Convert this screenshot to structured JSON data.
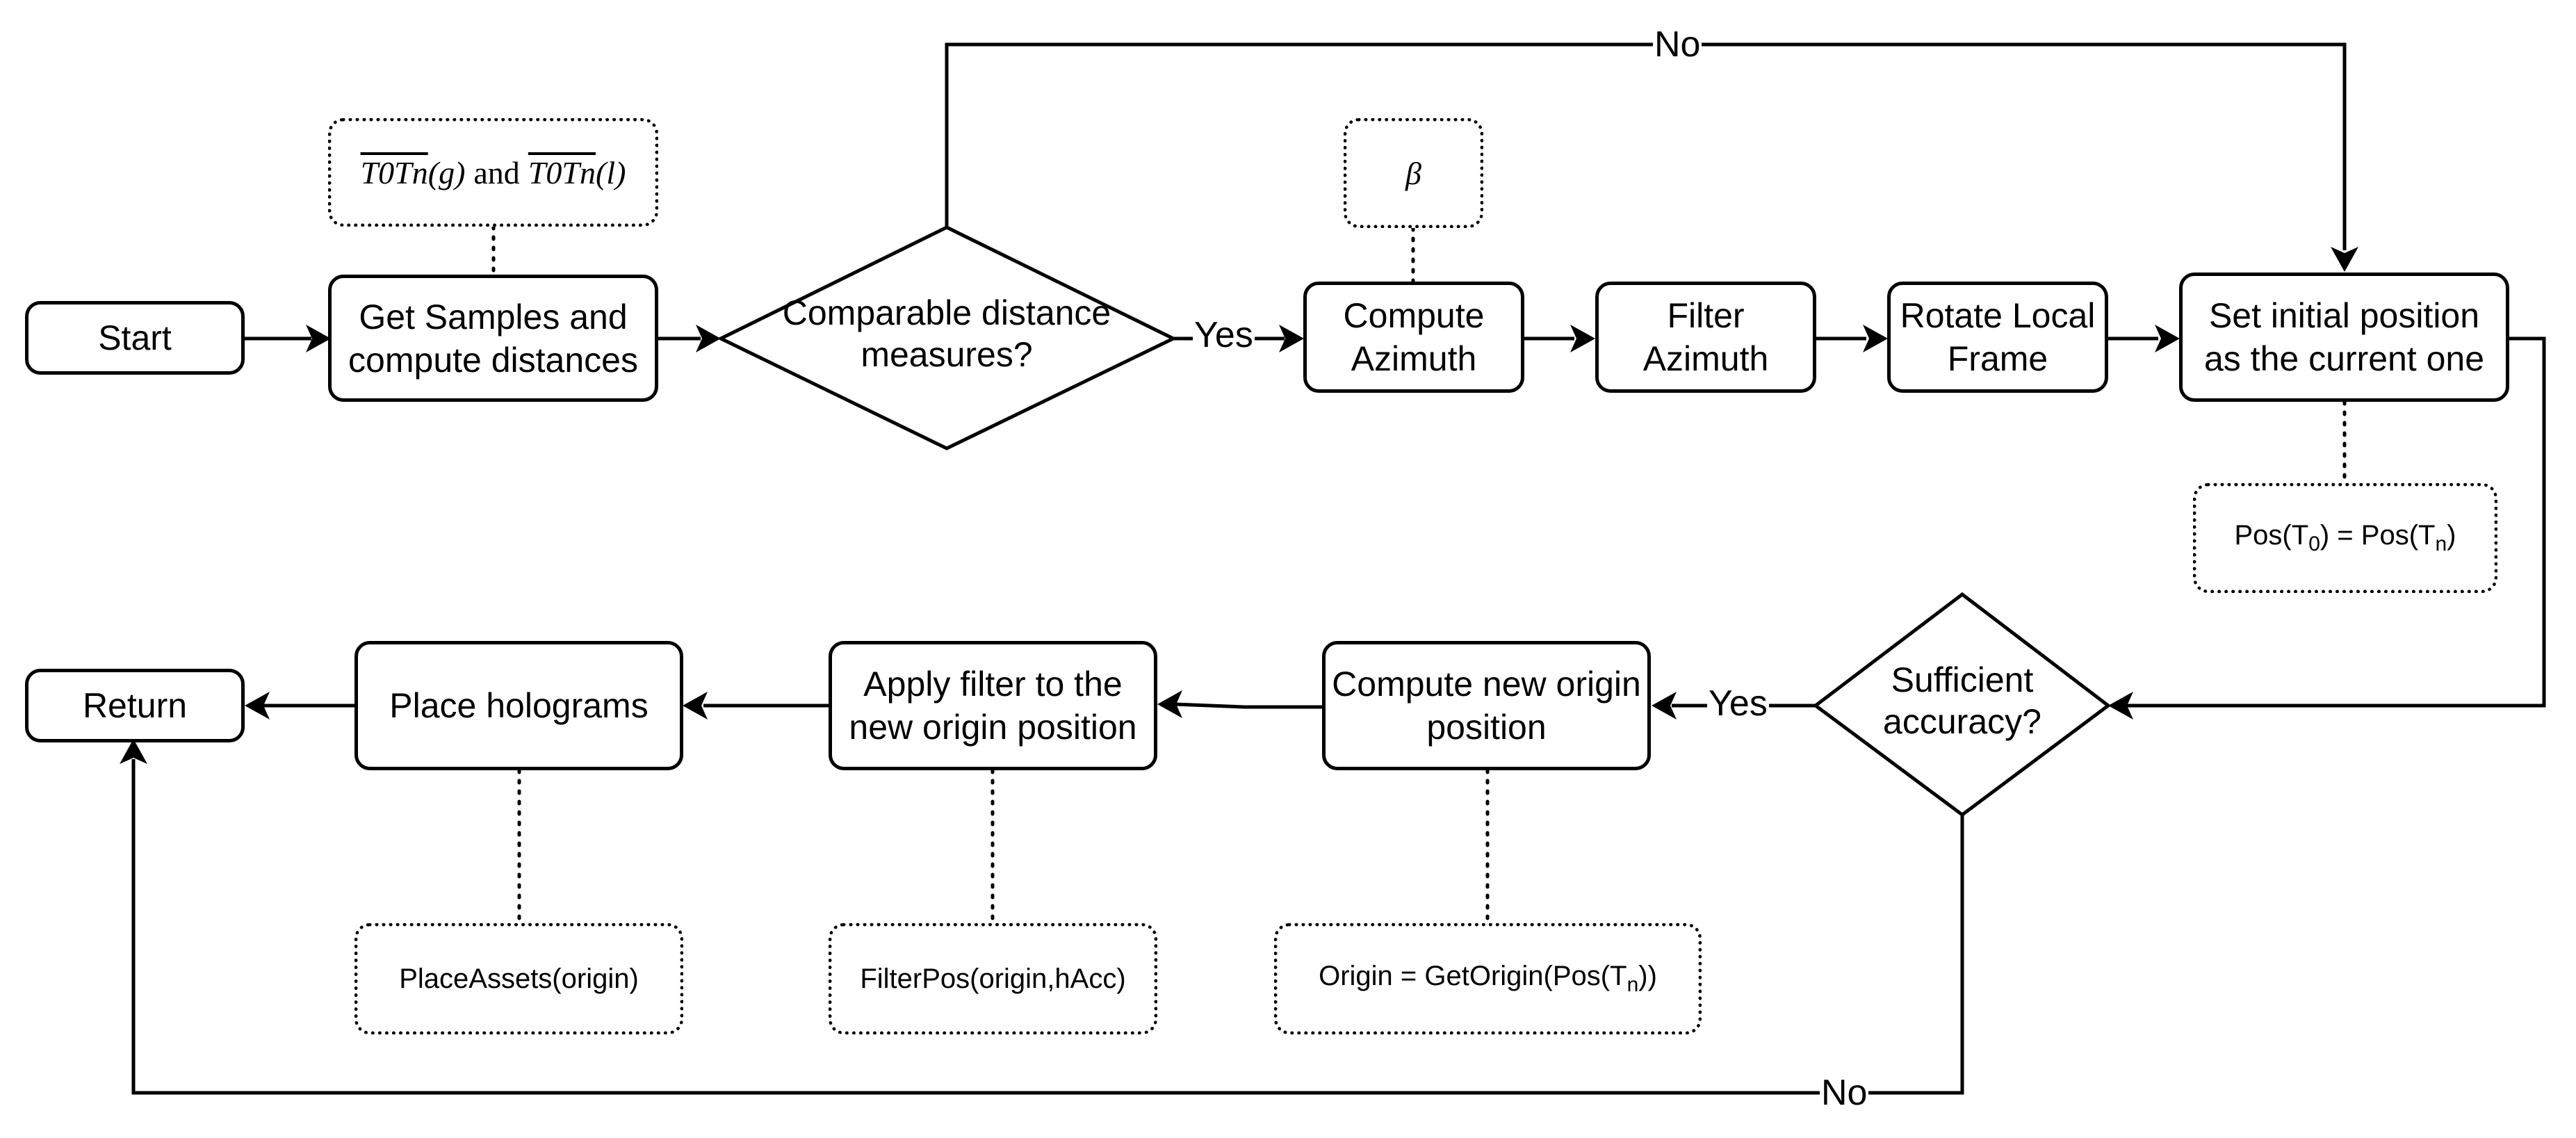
{
  "nodes": {
    "start": "Start",
    "get_samples": "Get Samples and compute distances",
    "decision_distance": "Comparable distance measures?",
    "compute_azimuth": "Compute Azimuth",
    "filter_azimuth": "Filter Azimuth",
    "rotate_frame": "Rotate Local Frame",
    "set_initial": "Set initial position as the current one",
    "decision_accuracy": "Sufficient accuracy?",
    "compute_origin": "Compute new origin position",
    "apply_filter": "Apply filter to the new origin position",
    "place_holograms": "Place holograms",
    "return": "Return"
  },
  "notes": {
    "samples_vec": "T0Tn",
    "samples_g": "(g)",
    "samples_and": "and",
    "samples_l": "(l)",
    "beta": "β",
    "pos_left": "Pos(T",
    "pos_sub0": "0",
    "pos_mid": ") = Pos(T",
    "pos_subn": "n",
    "pos_end": ")",
    "origin_left": "Origin = GetOrigin(Pos(T",
    "origin_sub": "n",
    "origin_end": "))",
    "filterpos": "FilterPos(origin,hAcc)",
    "placeassets": "PlaceAssets(origin)"
  },
  "edges": {
    "yes_1": "Yes",
    "no_1": "No",
    "yes_2": "Yes",
    "no_2": "No"
  }
}
